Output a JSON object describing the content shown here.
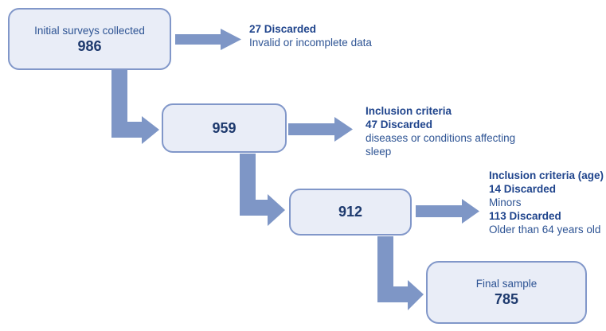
{
  "title": "Survey screening flow diagram",
  "colors": {
    "box_fill": "#e9edf7",
    "box_border": "#8197c9",
    "arrow": "#7e96c6",
    "heading_text": "#1f448c",
    "body_text": "#2e5494",
    "number_text": "#1e3a6e"
  },
  "boxes": [
    {
      "label": "Initial surveys collected",
      "value": "986"
    },
    {
      "label": "",
      "value": "959"
    },
    {
      "label": "",
      "value": "912"
    },
    {
      "label": "Final sample",
      "value": "785"
    }
  ],
  "annotations": [
    {
      "lines": [
        {
          "text": "27 Discarded",
          "bold": true
        },
        {
          "text": "Invalid or incomplete data",
          "bold": false
        }
      ]
    },
    {
      "lines": [
        {
          "text": "Inclusion criteria",
          "bold": true
        },
        {
          "text": "47 Discarded",
          "bold": true
        },
        {
          "text": "diseases or conditions affecting",
          "bold": false
        },
        {
          "text": "sleep",
          "bold": false
        }
      ]
    },
    {
      "lines": [
        {
          "text": "Inclusion criteria (age)",
          "bold": true
        },
        {
          "text": "14 Discarded",
          "bold": true
        },
        {
          "text": "Minors",
          "bold": false
        },
        {
          "text": "113 Discarded",
          "bold": true
        },
        {
          "text": "Older than 64 years old",
          "bold": false
        }
      ]
    }
  ]
}
